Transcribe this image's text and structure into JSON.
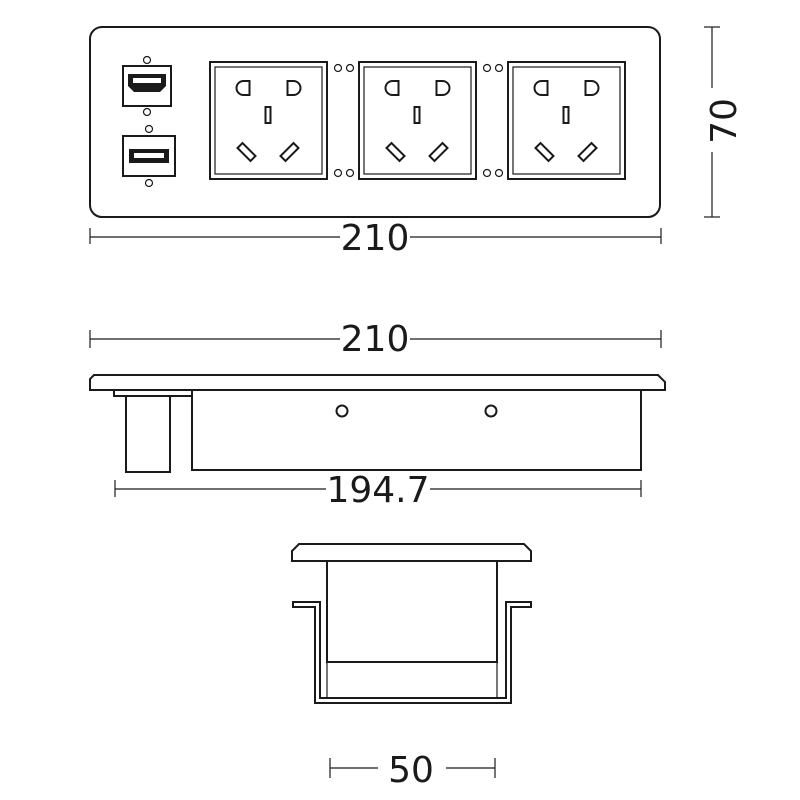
{
  "dimensions": {
    "top_width": "210",
    "top_height": "70",
    "side_width": "210",
    "side_inner_width": "194.7",
    "front_width": "50"
  },
  "outlets": {
    "count": 3,
    "type": "five-hole-socket"
  },
  "ports": [
    "hdmi-port",
    "usb-port"
  ],
  "colors": {
    "line": "#1a1a1a",
    "background": "#ffffff"
  }
}
